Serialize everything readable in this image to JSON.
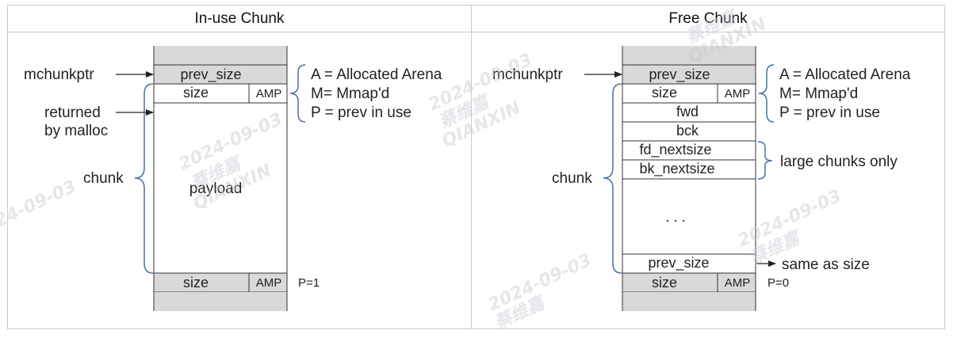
{
  "headers": {
    "left": "In-use Chunk",
    "right": "Free Chunk"
  },
  "inuse": {
    "mchunkptr": "mchunkptr",
    "returned_line1": "returned",
    "returned_line2": "by malloc",
    "chunk": "chunk",
    "prev_size": "prev_size",
    "size": "size",
    "amp": "AMP",
    "payload": "payload",
    "next_size": "size",
    "next_amp": "AMP",
    "p_flag": "P=1",
    "legend_a": "A = Allocated Arena",
    "legend_m": "M= Mmap'd",
    "legend_p": "P = prev in use"
  },
  "free": {
    "mchunkptr": "mchunkptr",
    "chunk": "chunk",
    "prev_size": "prev_size",
    "size": "size",
    "amp": "AMP",
    "fwd": "fwd",
    "bck": "bck",
    "fd_nextsize": "fd_nextsize",
    "bk_nextsize": "bk_nextsize",
    "large_note": "large chunks only",
    "dots": ". . .",
    "tail_prev_size": "prev_size",
    "same_as_size": "same as  size",
    "next_size": "size",
    "next_amp": "AMP",
    "p_flag": "P=0",
    "legend_a": "A = Allocated Arena",
    "legend_m": "M= Mmap'd",
    "legend_p": "P = prev in use"
  },
  "watermark": {
    "date": "2024-09-03",
    "name": "蔡维嘉",
    "org": "QIANXIN"
  },
  "colors": {
    "grey_fill": "#d9d9d9",
    "line": "#333333",
    "bracket": "#4a6fa5",
    "frame": "#c8c8d2"
  }
}
